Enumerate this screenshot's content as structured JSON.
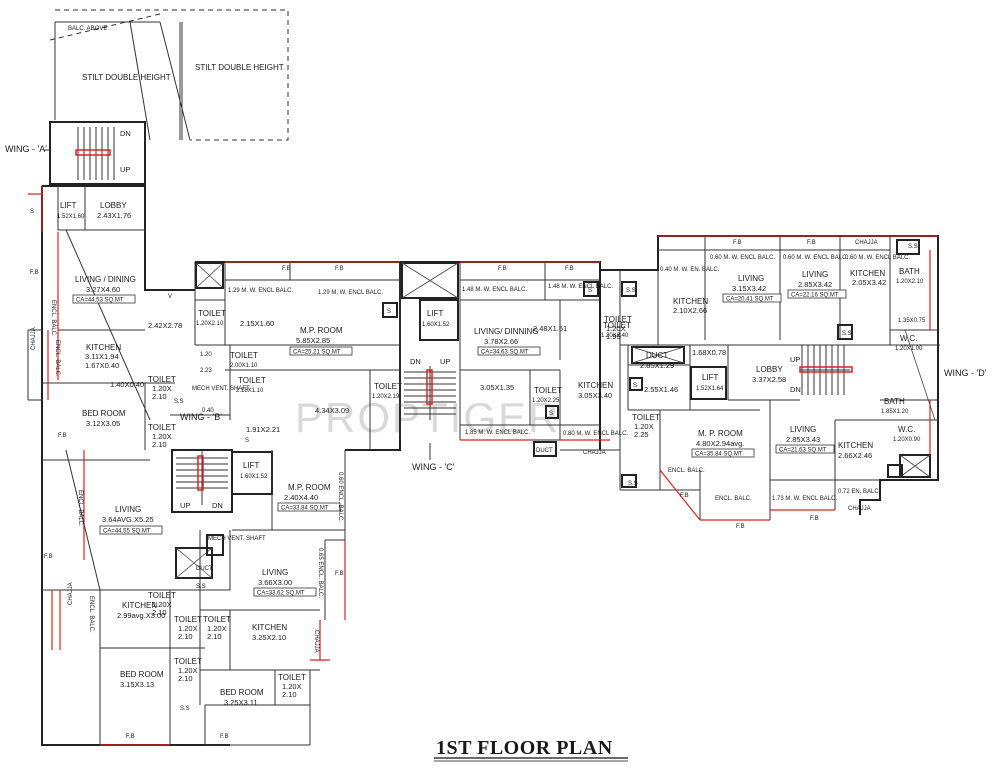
{
  "title": "1ST FLOOR PLAN",
  "watermark": "PROPTIGER",
  "wings": {
    "a": "WING - 'A'",
    "b": "WING - 'B'",
    "c": "WING - 'C'",
    "d": "WING - 'D'"
  },
  "labels": {
    "balc_above": "BALC. ABOVE",
    "stilt1": "STILT DOUBLE HEIGHT",
    "stilt2": "STILT DOUBLE HEIGHT",
    "up": "UP",
    "dn": "DN",
    "fb": "F.B",
    "ss": "S.S",
    "s": "S",
    "v": "V",
    "duct": "DUCT",
    "chajja": "CHAJJA",
    "encl_balc": "ENCL. BALC.",
    "mech_vent_shaft": "MECH VENT. SHAFT"
  },
  "wing_a": {
    "lift": "LIFT",
    "lift_dim": "1.52X1.60",
    "lobby": "LOBBY",
    "lobby_dim": "2.43X1.76",
    "living": "LIVING / DINING",
    "living_dim": "3.27X4.60",
    "living_ca": "CA=44.53  SQ.MT",
    "kitchen": "KITCHEN",
    "kitchen_dim1": "3.11X1.94",
    "kitchen_dim2": "1.67X0.40",
    "dim_140": "1.40X0.40",
    "toilet": "TOILET",
    "toilet_dim1": "1.20X",
    "toilet_dim2": "2.10",
    "toilet2": "TOILET",
    "toilet2_dim1": "1.20X",
    "toilet2_dim2": "2.10",
    "bed": "BED ROOM",
    "bed_dim": "3.12X3.05",
    "living2": "LIVING",
    "living2_dim": "3.64AVG.X5.25",
    "living2_ca": "CA=44.55  SQ.MT",
    "kitchen2": "KITCHEN",
    "kitchen2_dim": "2.99avg.X3.00",
    "bed2": "BED ROOM",
    "bed2_dim": "3.15X3.13",
    "toilet3": "TOILET",
    "toilet3_dim1": "1.20X",
    "toilet3_dim2": "2.10",
    "toilet4": "TOILET",
    "toilet4_dim1": "1.20X",
    "toilet4_dim2": "2.10"
  },
  "wing_b": {
    "dim_242": "2.42X2.78",
    "toilet": "TOILET",
    "toilet_dim": "1.20X2.10",
    "dim_215": "2.15X1.60",
    "toilet2": "TOILET",
    "toilet2_dim": "2.00X1.10",
    "toilet3": "TOILET",
    "toilet3_dim": "2.16X1.10",
    "dim_121": "1.20",
    "dim_223": "2.23",
    "dim_040": "0.40",
    "lift": "LIFT",
    "lift_dim": "1.60X1.52",
    "dim_191": "1.91X2.21",
    "mp": "M.P. ROOM",
    "mp_dim": "2.40X4.40",
    "mp_ca": "CA=33.84  SQ.MT",
    "living": "LIVING",
    "living_dim": "3.66X3.00",
    "living_ca": "CA=33.62  SQ.MT",
    "kitchen": "KITCHEN",
    "kitchen_dim": "3.25X2.10",
    "toilet4": "TOILET",
    "toilet4_dim1": "1.20X",
    "toilet4_dim2": "2.10",
    "bed": "BED ROOM",
    "bed_dim": "3.25X3.11",
    "toilet5": "TOILET",
    "toilet5_dim1": "1.20X",
    "toilet5_dim2": "2.10",
    "toilet6": "TOILET",
    "toilet6_dim1": "1.20X",
    "toilet6_dim2": "2.10",
    "encl_060": "0.60 ENCL. BALC.",
    "encl_065": "0.65 ENCL. BALC."
  },
  "wing_c": {
    "balc_129a": "1.29 M. W. ENCL BALC.",
    "balc_129b": "1.29 M. W. ENCL BALC.",
    "mp": "M.P. ROOM",
    "mp_dim": "5.85X2.85",
    "mp_ca": "CA=25.21  SQ.MT",
    "dim_434": "4.34X3.09",
    "toilet": "TOILET",
    "toilet_dim": "1.20X2.19",
    "lift": "LIFT",
    "lift_dim": "1.60X1.52",
    "balc_148a": "1.48 M. W. ENCL BALC.",
    "balc_148b": "1.48 M. W. ENCL BALC.",
    "living": "LIVING/ DINNING",
    "living_dim": "3.78X2.66",
    "living_ca": "CA=34.63  SQ.MT",
    "dim_248": "2.48X1.51",
    "toilet2": "TOILET",
    "toilet2_dim": "1.20X2.40",
    "dim_305a": "3.05X1.35",
    "toilet3": "TOILET",
    "toilet3_dim": "1.20X2.25",
    "kitchen": "KITCHEN",
    "kitchen_dim": "3.05X3.40",
    "balc_185": "1.85 M. W. ENCL BALC.",
    "balc_080": "0.80 M. W. ENCL BALC."
  },
  "wing_d": {
    "toilet": "TOILET",
    "toilet_dim1": "1.20X",
    "toilet_dim2": "1.95",
    "balc_040": "0.40 M. W. EN. BALC.",
    "kitchen": "KITCHEN",
    "kitchen_dim": "2.10X2.66",
    "balc_060a": "0.60 M. W. ENCL BALC.",
    "living": "LIVING",
    "living_dim": "3.15X3.42",
    "living_ca": "CA=20.41  SQ.MT",
    "balc_060b": "0.60 M. W. ENCL BALC.",
    "living2": "LIVING",
    "living2_dim": "2.85X3.42",
    "living2_ca": "CA=22.16  SQ.MT",
    "balc_060c": "0.60 M. W. ENCL BALC.",
    "kitchen2": "KITCHEN",
    "kitchen2_dim": "2.05X3.42",
    "bath": "BATH",
    "bath_dim": "1.20X2.10",
    "dim_135": "1.35X0.75",
    "wc": "W.C.",
    "wc_dim": "1.20X1.00",
    "duct": "DUCT",
    "duct_dim": "2.85X1.29",
    "dim_168": "1.68X0.78",
    "dim_255": "2.55X1.46",
    "lift": "LIFT",
    "lift_dim": "1.52X1.64",
    "lobby": "LOBBY",
    "lobby_dim": "3.37X2.58",
    "toilet2": "TOILET",
    "toilet2_dim1": "1.20X",
    "toilet2_dim2": "2.25",
    "mp": "M. P. ROOM",
    "mp_dim": "4.80X2.94avg.",
    "mp_ca": "CA=35.84  SQ.MT",
    "living3": "LIVING",
    "living3_dim": "2.85X3.43",
    "living3_ca": "CA=21.63  SQ.MT",
    "kitchen3": "KITCHEN",
    "kitchen3_dim": "2.66X2.46",
    "bath2": "BATH",
    "bath2_dim": "1.85X1.20",
    "wc2": "W.C.",
    "wc2_dim": "1.20X0.90",
    "balc_173": "1.73 M. W. ENCL BALC.",
    "balc_072": "0.72 EN. BALC."
  }
}
